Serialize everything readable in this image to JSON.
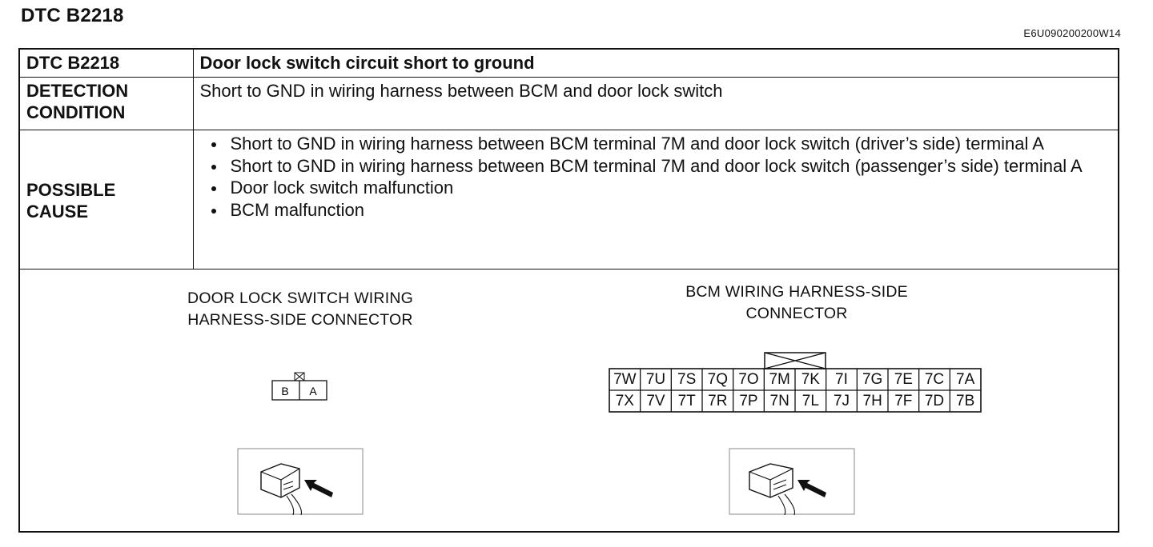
{
  "header": {
    "title": "DTC B2218",
    "code": "E6U090200200W14"
  },
  "table": {
    "dtc_label": "DTC B2218",
    "dtc_value": "Door lock switch circuit short to ground",
    "detection_label": [
      "DETECTION",
      "CONDITION"
    ],
    "detection_value": "Short to GND in wiring harness between BCM and door lock switch",
    "cause_label": [
      "POSSIBLE",
      "CAUSE"
    ],
    "causes": [
      "Short to GND in wiring harness between BCM terminal 7M and door lock switch (driver’s side) terminal A",
      "Short to GND in wiring harness between BCM terminal 7M and door lock switch (passenger’s side) terminal A",
      "Door lock switch malfunction",
      "BCM malfunction"
    ]
  },
  "diagram": {
    "door_switch_caption": [
      "DOOR LOCK SWITCH WIRING",
      "HARNESS-SIDE CONNECTOR"
    ],
    "door_switch_pins": [
      "B",
      "A"
    ],
    "bcm_caption": [
      "BCM WIRING HARNESS-SIDE",
      "CONNECTOR"
    ],
    "bcm_pins_top": [
      "7W",
      "7U",
      "7S",
      "7Q",
      "7O",
      "7M",
      "7K",
      "7I",
      "7G",
      "7E",
      "7C",
      "7A"
    ],
    "bcm_pins_bottom": [
      "7X",
      "7V",
      "7T",
      "7R",
      "7P",
      "7N",
      "7L",
      "7J",
      "7H",
      "7F",
      "7D",
      "7B"
    ]
  }
}
